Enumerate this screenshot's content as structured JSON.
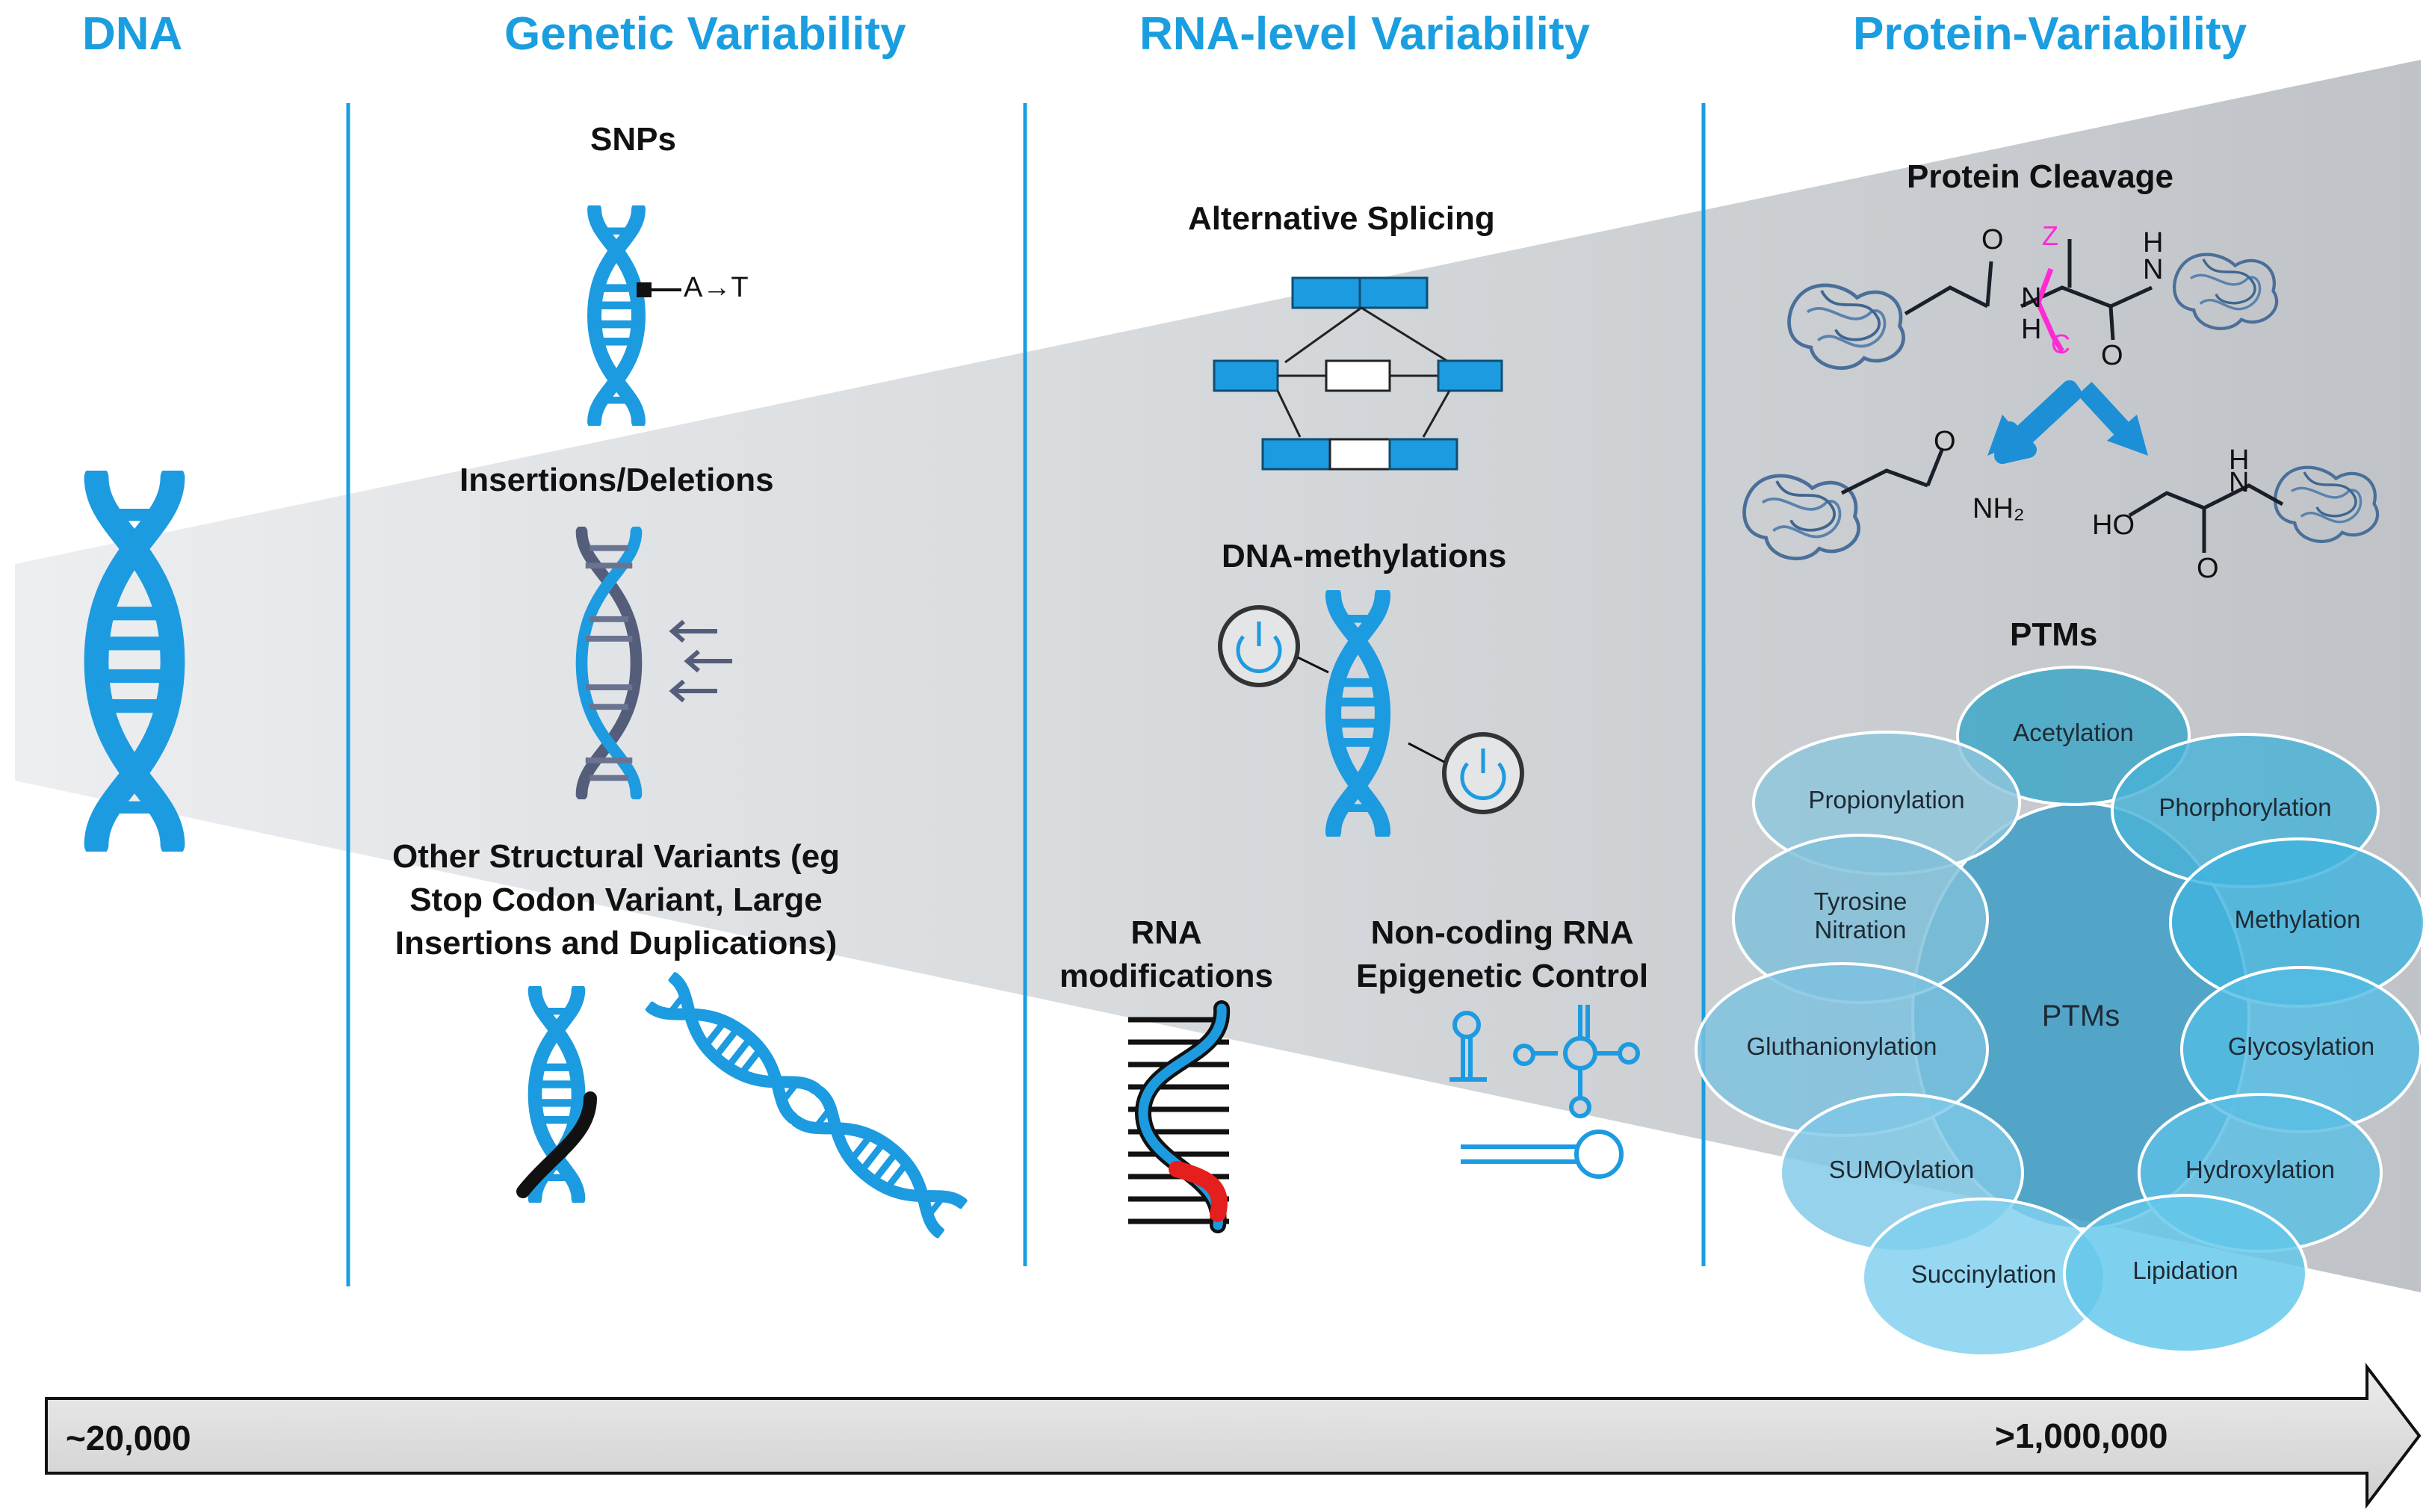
{
  "headings": {
    "dna": "DNA",
    "genetic": "Genetic Variability",
    "rna": "RNA-level Variability",
    "protein": "Protein-Variability"
  },
  "genetic": {
    "snps": "SNPs",
    "snp_mutation": "A→T",
    "indels": "Insertions/Deletions",
    "structural_line1": "Other Structural Variants (eg",
    "structural_line2": "Stop Codon Variant, Large",
    "structural_line3": "Insertions and Duplications)"
  },
  "rna": {
    "splicing": "Alternative Splicing",
    "methylation": "DNA-methylations",
    "rna_mod_line1": "RNA",
    "rna_mod_line2": "modifications",
    "noncoding_line1": "Non-coding RNA",
    "noncoding_line2": "Epigenetic Control"
  },
  "protein": {
    "cleavage": "Protein Cleavage",
    "ptms_title": "PTMs",
    "ptms_center": "PTMs",
    "chem": {
      "o": "O",
      "n": "N",
      "h": "H",
      "nh": "H",
      "z": "Z",
      "c": "C",
      "nh2": "NH₂",
      "ho": "HO"
    },
    "ptms": [
      "Acetylation",
      "Propionylation",
      "Phorphorylation",
      "Tyrosine Nitration",
      "Methylation",
      "Gluthanionylation",
      "Glycosylation",
      "SUMOylation",
      "Hydroxylation",
      "Succinylation",
      "Lipidation"
    ]
  },
  "axis": {
    "start": "~20,000",
    "end": ">1,000,000"
  },
  "colors": {
    "accent": "#1a9ee0",
    "helix": "#1d9be0",
    "ptm_fill": "#4cb8dc",
    "wedge": "#c9ccd1",
    "arrow_fill": "#dcdcdc"
  }
}
